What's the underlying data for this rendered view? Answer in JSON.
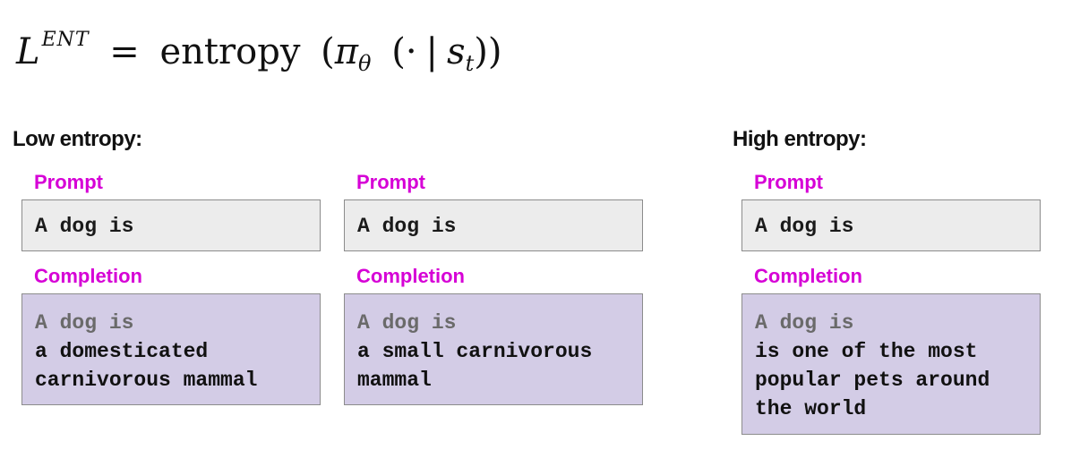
{
  "formula": {
    "lhs_symbol": "L",
    "lhs_superscript": "ENT",
    "equals": "=",
    "function_name": "entropy",
    "policy_symbol": "π",
    "policy_subscript": "θ",
    "argument_dot": "·",
    "given": "|",
    "state_symbol": "s",
    "state_subscript": "t"
  },
  "headings": {
    "low": "Low entropy:",
    "high": "High entropy:"
  },
  "examples": [
    {
      "prompt_label": "Prompt",
      "prompt": "A dog is",
      "completion_label": "Completion",
      "completion_prefix": "A dog is",
      "completion": "a domesticated\ncarnivorous mammal"
    },
    {
      "prompt_label": "Prompt",
      "prompt": "A dog is",
      "completion_label": "Completion",
      "completion_prefix": "A dog is",
      "completion": "a small carnivorous\nmammal"
    },
    {
      "prompt_label": "Prompt",
      "prompt": "A dog is",
      "completion_label": "Completion",
      "completion_prefix": "A dog is",
      "completion": "is one of the most\npopular pets around\nthe world"
    }
  ],
  "colors": {
    "label_magenta": "#d600d6",
    "prompt_box_bg": "#ececec",
    "completion_box_bg": "#d3cce6",
    "completion_prefix_gray": "#6a6a6a"
  }
}
